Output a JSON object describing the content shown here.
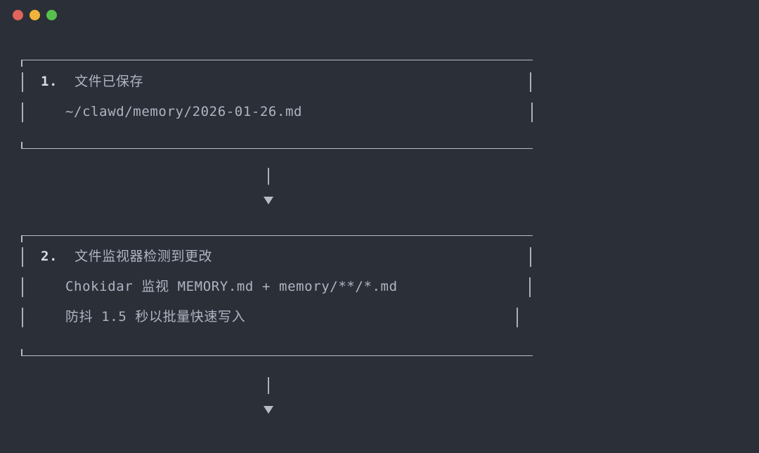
{
  "window": {
    "background_color": "#2b2f38",
    "traffic_lights": [
      {
        "name": "close",
        "color": "#e0645c"
      },
      {
        "name": "minimize",
        "color": "#f0b43a"
      },
      {
        "name": "maximize",
        "color": "#58c04d"
      }
    ]
  },
  "theme": {
    "text_color": "#aeb5c2",
    "emphasis_color": "#d7dce5",
    "border_color": "#b6bcc8"
  },
  "flow": {
    "steps": [
      {
        "number": "1.",
        "title": "文件已保存",
        "details": [
          "~/clawd/memory/2026-01-26.md"
        ]
      },
      {
        "number": "2.",
        "title": "文件监视器检测到更改",
        "details": [
          "Chokidar 监视 MEMORY.md + memory/**/*.md",
          "防抖 1.5 秒以批量快速写入"
        ]
      }
    ],
    "connector_glyphs": {
      "stem": "|",
      "arrow": "▼"
    }
  }
}
